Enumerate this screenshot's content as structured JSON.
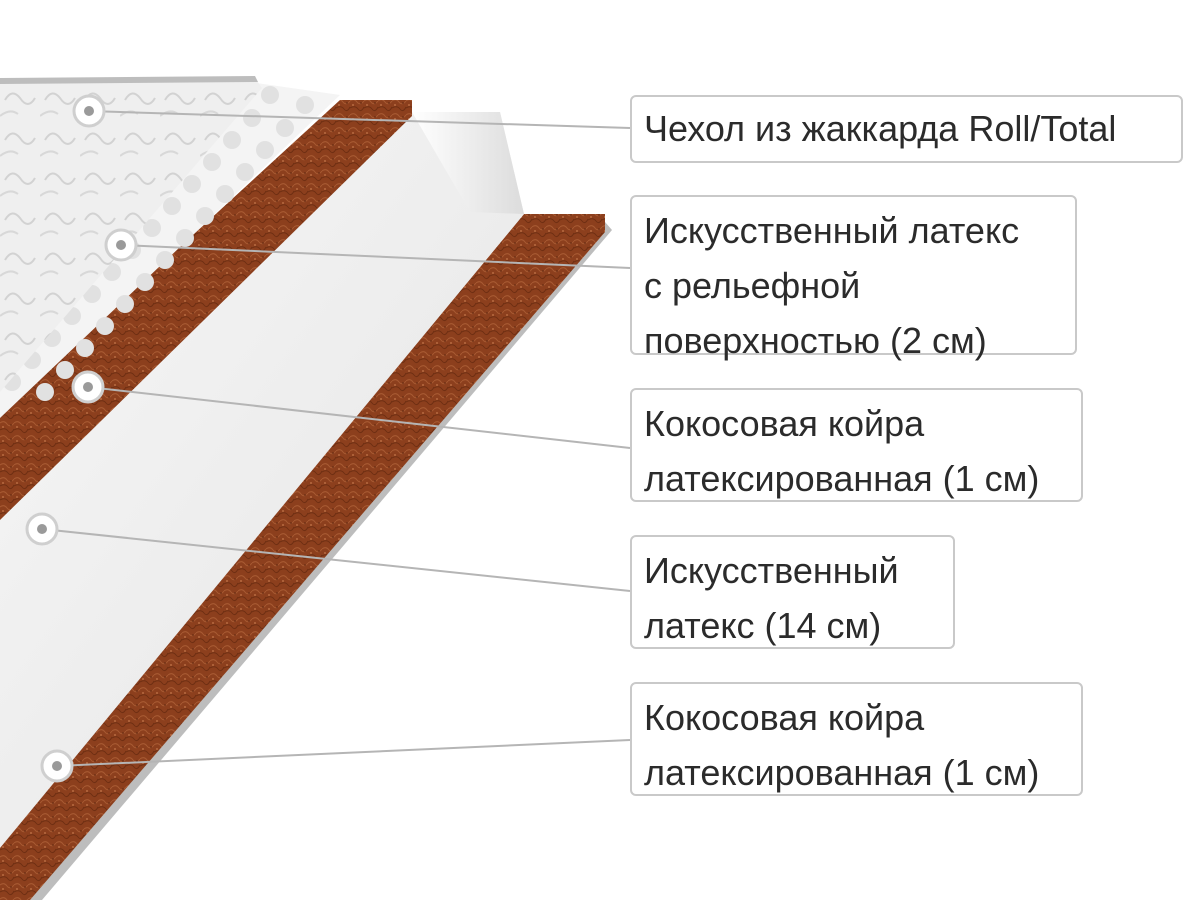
{
  "colors": {
    "coir": "#8c3f1d",
    "coir_dark": "#6e2e12",
    "latex": "#f2f2f2",
    "cover": "#e6e6e6",
    "leader_line": "#b5b5b5",
    "box_border": "#c9c9c9",
    "text": "#2b2b2b"
  },
  "labels": [
    {
      "lines": [
        "Чехол из жаккарда Roll/Total"
      ]
    },
    {
      "lines": [
        "Искусственный латекс",
        "с рельефной",
        "поверхностью (2 см)"
      ]
    },
    {
      "lines": [
        "Кокосовая койра",
        "латексированная (1 см)"
      ]
    },
    {
      "lines": [
        "Искусственный",
        "латекс (14 см)"
      ]
    },
    {
      "lines": [
        "Кокосовая койра",
        "латексированная (1 см)"
      ]
    }
  ]
}
